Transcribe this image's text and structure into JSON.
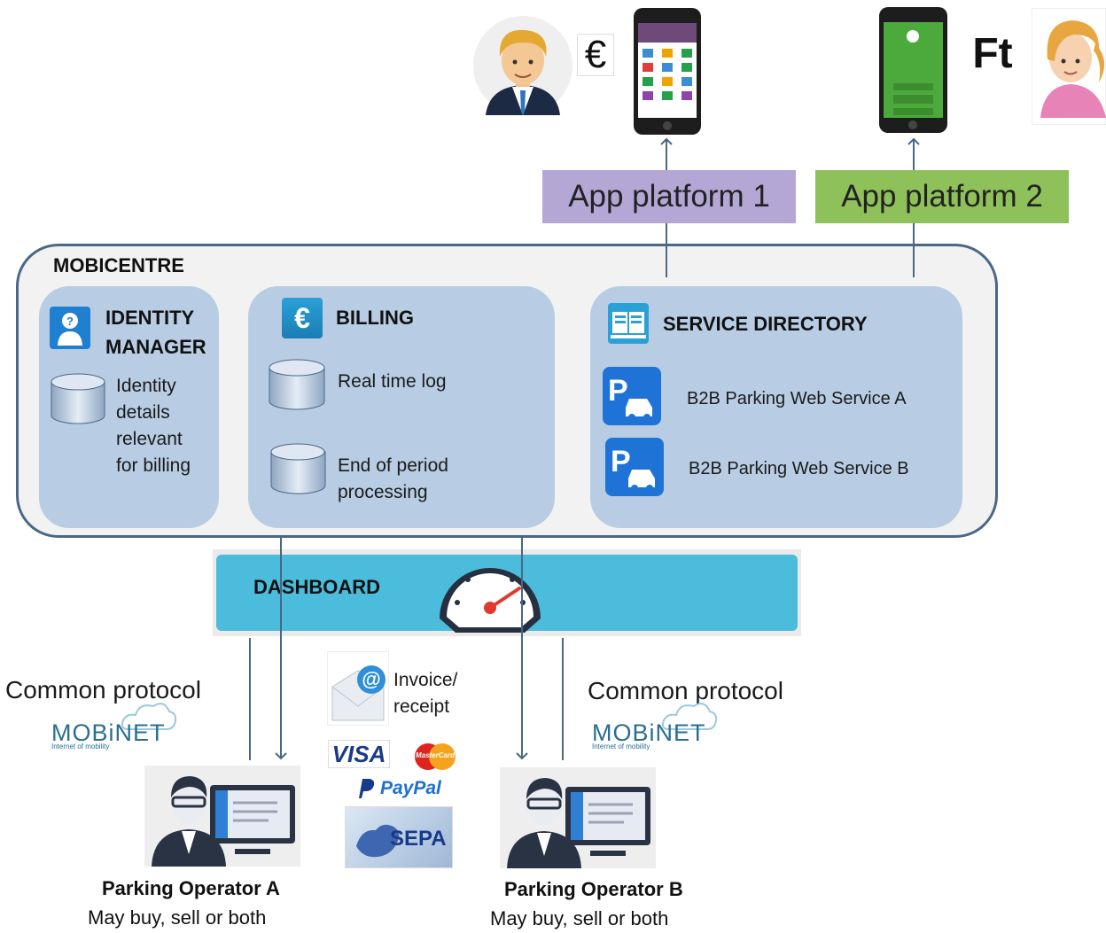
{
  "top": {
    "currency_1": "€",
    "currency_2": "Ft"
  },
  "platforms": [
    {
      "label": "App platform 1",
      "color": "#b4a7d6"
    },
    {
      "label": "App platform 2",
      "color": "#8fc15a"
    }
  ],
  "mobicentre": {
    "title": "MOBICENTRE",
    "identity": {
      "title_line1": "IDENTITY",
      "title_line2": "MANAGER",
      "text_lines": [
        "Identity",
        "details",
        "relevant",
        "for billing"
      ]
    },
    "billing": {
      "title": "BILLING",
      "icon_glyph": "€",
      "item1": "Real time log",
      "item2_line1": "End of period",
      "item2_line2": "processing"
    },
    "service_directory": {
      "title": "SERVICE DIRECTORY",
      "items": [
        "B2B Parking Web Service A",
        "B2B Parking Web Service B"
      ]
    }
  },
  "dashboard": {
    "title": "DASHBOARD"
  },
  "protocol": {
    "left_label": "Common protocol",
    "right_label": "Common protocol",
    "brand": "MOBiNET",
    "brand_sub": "Internet of mobility"
  },
  "payments": {
    "invoice_line1": "Invoice/",
    "invoice_line2": "receipt",
    "visa": "VISA",
    "mastercard": "MasterCard",
    "paypal": "PayPal",
    "sepa": "SEPA"
  },
  "operators": [
    {
      "name": "Parking Operator A",
      "desc": "May buy, sell or both"
    },
    {
      "name": "Parking Operator B",
      "desc": "May buy, sell or both"
    }
  ],
  "colors": {
    "panel": "#b8cde4",
    "frame": "#4a6786",
    "dashboard": "#4bbcdb",
    "icon_blue": "#1f7fd0"
  }
}
